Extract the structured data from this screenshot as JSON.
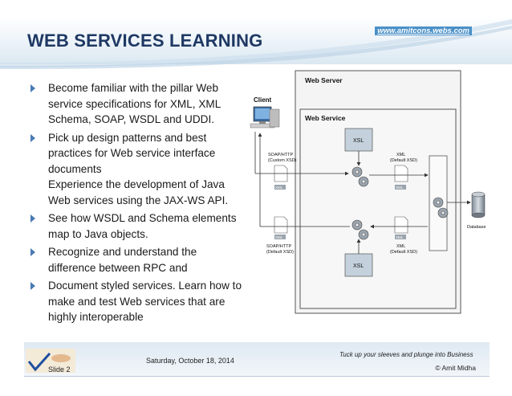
{
  "header": {
    "title": "WEB SERVICES LEARNING",
    "url": "www.amitcons.webs.com"
  },
  "bullets": [
    {
      "text": "Become familiar with the pillar Web service specifications for XML, XML Schema, SOAP, WSDL and UDDI."
    },
    {
      "text": "Pick up design patterns and best practices for Web service interface documents",
      "extra": "Experience the development of Java Web services using the JAX-WS API."
    },
    {
      "text": "See how WSDL and Schema elements map to Java objects."
    },
    {
      "text": "Recognize and understand the difference between RPC and"
    },
    {
      "text": "Document styled services. Learn how to make and test Web services that are highly interoperable"
    }
  ],
  "diagram": {
    "web_server": "Web Server",
    "web_service": "Web Service",
    "client": "Client",
    "xsl_top": "XSL",
    "xsl_bottom": "XSL",
    "soap_custom": "SOAP/HTTP",
    "soap_custom_sub": "(Custom XSD)",
    "xml_default_top": "XML",
    "xml_default_top_sub": "(Default XSD)",
    "soap_default": "SOAP/HTTP",
    "soap_default_sub": "(Default XSD)",
    "xml_default_bottom": "XML",
    "xml_default_bottom_sub": "(Default XSD)",
    "doc_label": "XML",
    "database": "Database"
  },
  "footer": {
    "slide": "Slide 2",
    "date": "Saturday, October 18, 2014",
    "tagline": "Tuck up your sleeves and plunge into Business",
    "author": "© Amit Midha"
  },
  "colors": {
    "title": "#1f3864",
    "bullet_arrow": "#4a7ab3",
    "url_bg": "#4a90c8"
  }
}
